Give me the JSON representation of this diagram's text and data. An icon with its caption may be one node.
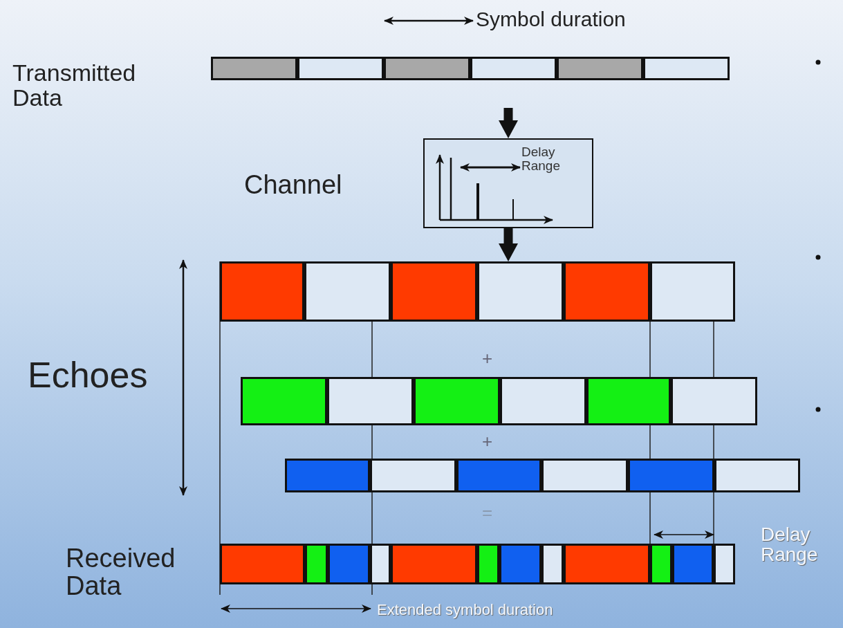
{
  "diagram": {
    "nodes": [
      {
        "text": [
          "Transmitted Data"
        ]
      },
      {
        "text": [
          "Delay Range"
        ],
        "beside": [
          "Channel"
        ]
      },
      {
        "text": [],
        "shape": "bar"
      },
      {
        "text": [],
        "shape": "bar"
      },
      {
        "text": [],
        "shape": "bar"
      },
      {
        "text": [
          "Received Data"
        ]
      }
    ],
    "edges": [
      {
        "from": 0,
        "to": 1,
        "arrow": "to"
      },
      {
        "from": 1,
        "to": 2,
        "arrow": "to"
      }
    ],
    "labels": [
      "Symbol duration",
      "Echoes",
      "+",
      "+",
      "=",
      "Delay Range",
      "Extended symbol duration"
    ]
  }
}
